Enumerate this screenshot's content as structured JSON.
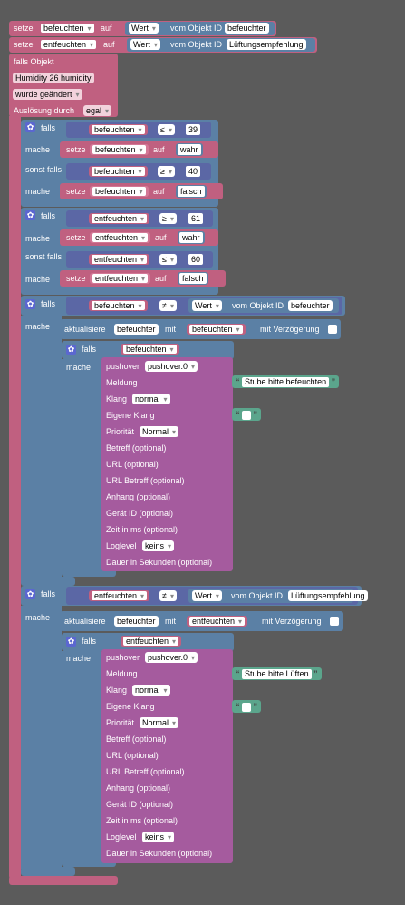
{
  "kw": {
    "setze": "setze",
    "auf": "auf",
    "vom_objekt_id": "vom Objekt ID",
    "falls_objekt": "falls Objekt",
    "ausloesung": "Auslösung durch",
    "falls": "falls",
    "mache": "mache",
    "sonst_falls": "sonst falls",
    "aktualisiere": "aktualisiere",
    "mit": "mit",
    "mit_verzoegerung": "mit Verzögerung"
  },
  "top_sets": [
    {
      "var": "befeuchten",
      "field": "Wert",
      "object_id": "befeuchter"
    },
    {
      "var": "entfeuchten",
      "field": "Wert",
      "object_id": "Lüftungsempfehlung"
    }
  ],
  "trigger": {
    "object": "Humidity 26 humidity",
    "event": "wurde geändert",
    "by": "egal"
  },
  "if1": {
    "c1": {
      "var": "befeuchten",
      "op": "≤",
      "val": "39"
    },
    "d1": {
      "var": "befeuchten",
      "val": "wahr"
    },
    "c2": {
      "var": "befeuchten",
      "op": "≥",
      "val": "40"
    },
    "d2": {
      "var": "befeuchten",
      "val": "falsch"
    }
  },
  "if2": {
    "c1": {
      "var": "entfeuchten",
      "op": "≥",
      "val": "61"
    },
    "d1": {
      "var": "entfeuchten",
      "val": "wahr"
    },
    "c2": {
      "var": "entfeuchten",
      "op": "≤",
      "val": "60"
    },
    "d2": {
      "var": "entfeuchten",
      "val": "falsch"
    }
  },
  "blocks": [
    {
      "var": "befeuchten",
      "op": "≠",
      "field": "Wert",
      "object_id": "befeuchter",
      "update_target": "befeuchter",
      "update_var": "befeuchten",
      "inner_if": "befeuchten",
      "pushover": {
        "instance": "pushover.0",
        "title": "pushover",
        "meldung_label": "Meldung",
        "meldung": "Stube bitte befeuchten",
        "klang_label": "Klang",
        "klang": "normal",
        "eigene_klang": "Eigene Klang",
        "prioritaet_label": "Priorität",
        "prioritaet": "Normal",
        "betreff": "Betreff (optional)",
        "url": "URL (optional)",
        "url_betreff": "URL Betreff (optional)",
        "anhang": "Anhang (optional)",
        "geraet": "Gerät ID (optional)",
        "zeit": "Zeit in ms (optional)",
        "loglevel_label": "Loglevel",
        "loglevel": "keins",
        "dauer": "Dauer in Sekunden (optional)"
      }
    },
    {
      "var": "entfeuchten",
      "op": "≠",
      "field": "Wert",
      "object_id": "Lüftungsempfehlung",
      "update_target": "befeuchter",
      "update_var": "entfeuchten",
      "inner_if": "entfeuchten",
      "pushover": {
        "instance": "pushover.0",
        "title": "pushover",
        "meldung_label": "Meldung",
        "meldung": "Stube bitte Lüften",
        "klang_label": "Klang",
        "klang": "normal",
        "eigene_klang": "Eigene Klang",
        "prioritaet_label": "Priorität",
        "prioritaet": "Normal",
        "betreff": "Betreff (optional)",
        "url": "URL (optional)",
        "url_betreff": "URL Betreff (optional)",
        "anhang": "Anhang (optional)",
        "geraet": "Gerät ID (optional)",
        "zeit": "Zeit in ms (optional)",
        "loglevel_label": "Loglevel",
        "loglevel": "keins",
        "dauer": "Dauer in Sekunden (optional)"
      }
    }
  ],
  "colors": {
    "variable": "#c06080",
    "logic": "#5b80a5",
    "io": "#a55b9e",
    "text": "#5ba58c",
    "math": "#5b67a5"
  }
}
